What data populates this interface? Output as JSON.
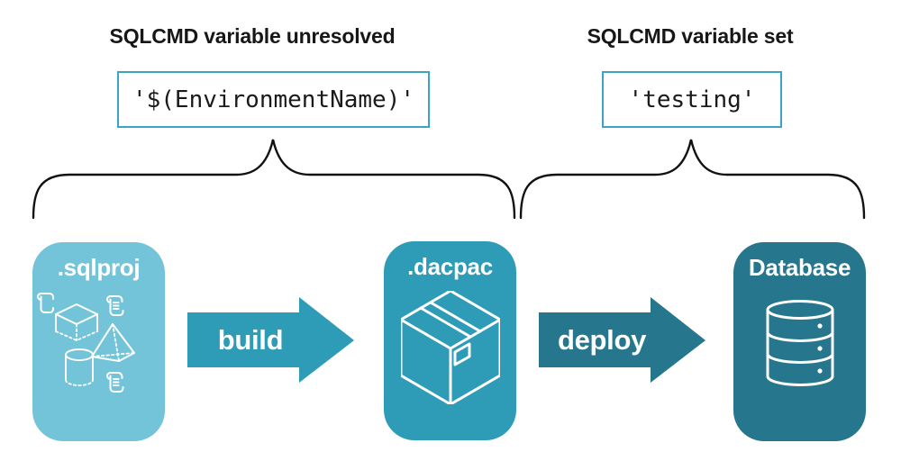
{
  "annotations": {
    "unresolved": {
      "title": "SQLCMD variable unresolved",
      "value": "'$(EnvironmentName)'"
    },
    "set": {
      "title": "SQLCMD variable set",
      "value": "'testing'"
    }
  },
  "pipeline": {
    "nodes": [
      {
        "label": ".sqlproj",
        "icon": "sql-objects-icon",
        "color": "#74C4D9"
      },
      {
        "label": ".dacpac",
        "icon": "package-icon",
        "color": "#2E9BB7"
      },
      {
        "label": "Database",
        "icon": "database-icon",
        "color": "#26768D"
      }
    ],
    "arrows": [
      {
        "label": "build",
        "color": "#2E9BB7"
      },
      {
        "label": "deploy",
        "color": "#26768D"
      }
    ]
  },
  "colors": {
    "code_box_border": "#3BA6C3",
    "brace_stroke": "#111111",
    "heading_text": "#171717"
  }
}
